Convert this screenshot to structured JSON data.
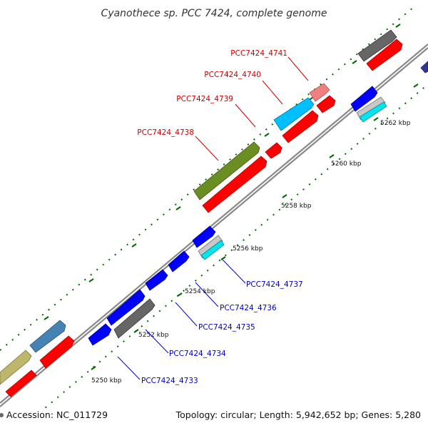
{
  "title": "Cyanothece sp. PCC 7424, complete genome",
  "footer": {
    "accession": "Accession: NC_011729",
    "summary": "Topology: circular; Length: 5,942,652 bp; Genes: 5,280"
  },
  "colors": {
    "backbone": "#888888",
    "forward_feature": "#ff0000",
    "reverse_feature": "#0000ff",
    "label_forward": "#cc0000",
    "label_reverse": "#0000cc",
    "tick": "#006600",
    "olive": "#6b8e23",
    "grey": "#666666",
    "cyan": "#00bfff",
    "pink": "#f08080",
    "steel": "#4682b4",
    "khaki": "#bdb76b",
    "aqua": "#00e5ee",
    "lightgrey": "#c8c8c8",
    "navy": "#333399"
  },
  "scale_labels": [
    "5250 kbp",
    "5252 kbp",
    "5254 kbp",
    "5256 kbp",
    "5258 kbp",
    "5260 kbp",
    "5262 kbp"
  ],
  "callouts_top": [
    "PCC7424_4741",
    "PCC7424_4740",
    "PCC7424_4739",
    "PCC7424_4738"
  ],
  "callouts_bottom": [
    "PCC7424_4737",
    "PCC7424_4736",
    "PCC7424_4735",
    "PCC7424_4734",
    "PCC7424_4733"
  ]
}
